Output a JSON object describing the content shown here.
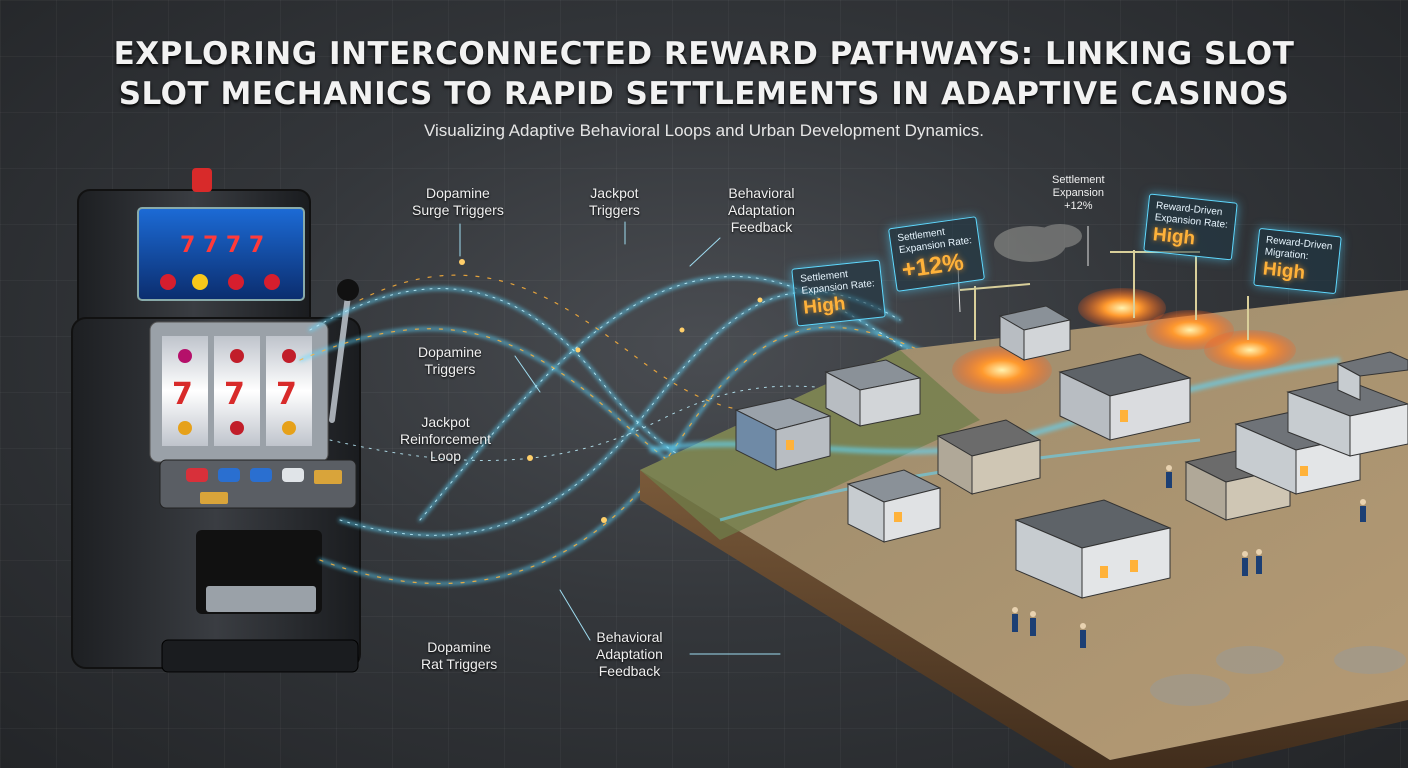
{
  "title_line_1": "EXPLORING INTERCONNECTED REWARD PATHWAYS: LINKING SLOT",
  "title_line_2": "SLOT MECHANICS TO RAPID SETTLEMENTS IN ADAPTIVE CASINOS",
  "subtitle": "Visualizing Adaptive Behavioral Loops and Urban Development Dynamics.",
  "pathway_labels": {
    "dopamine_surge_triggers": "Dopamine\nSurge Triggers",
    "jackpot_triggers": "Jackpot\nTriggers",
    "behavioral_adaptation_feedback_top": "Behavioral\nAdaptation\nFeedback",
    "dopamine_triggers": "Dopamine\nTriggers",
    "jackpot_reinforcement_loop": "Jackpot\nReinforcement\nLoop",
    "dopamine_rat_triggers": "Dopamine\nRat Triggers",
    "behavioral_adaptation_feedback_bottom": "Behavioral\nAdaptation\nFeedback"
  },
  "settlement_panels": {
    "panel_1": {
      "label": "Settlement\nExpansion Rate:",
      "value": "High"
    },
    "panel_2": {
      "label": "Settlement\nExpansion Rate:",
      "value": "+12%"
    },
    "expansion_note": "Settlement\nExpansion\n+12%",
    "panel_3": {
      "label": "Reward-Driven\nExpansion Rate:",
      "value": "High"
    },
    "panel_4": {
      "label": "Reward-Driven\nMigration:",
      "value": "High"
    }
  },
  "colors": {
    "background": "#34373b",
    "glow_cyan": "#5fd9ff",
    "glow_orange": "#ffb23a",
    "cabinet": "#2b2d31",
    "chrome": "#b9bec4"
  }
}
